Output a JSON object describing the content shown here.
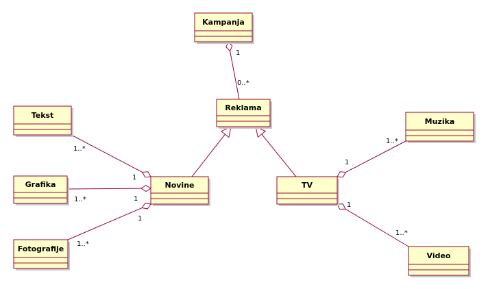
{
  "diagram": {
    "colors": {
      "class_fill": "#ffffcc",
      "class_border": "#990033",
      "line": "#990033",
      "text": "#000000"
    },
    "classes": [
      {
        "id": "kampanja",
        "name": "Kampanja"
      },
      {
        "id": "reklama",
        "name": "Reklama"
      },
      {
        "id": "tekst",
        "name": "Tekst"
      },
      {
        "id": "grafika",
        "name": "Grafika"
      },
      {
        "id": "fotografije",
        "name": "Fotografije"
      },
      {
        "id": "novine",
        "name": "Novine"
      },
      {
        "id": "tv",
        "name": "TV"
      },
      {
        "id": "muzika",
        "name": "Muzika"
      },
      {
        "id": "video",
        "name": "Video"
      }
    ],
    "aggregations": [
      {
        "id": "kampanja-reklama",
        "whole": "kampanja",
        "part": "reklama",
        "whole_mult": "1",
        "part_mult": "0..*"
      },
      {
        "id": "novine-tekst",
        "whole": "novine",
        "part": "tekst",
        "whole_mult": "1",
        "part_mult": "1..*"
      },
      {
        "id": "novine-grafika",
        "whole": "novine",
        "part": "grafika",
        "whole_mult": "1",
        "part_mult": "1..*"
      },
      {
        "id": "novine-fotografije",
        "whole": "novine",
        "part": "fotografije",
        "whole_mult": "1",
        "part_mult": "1..*"
      },
      {
        "id": "tv-muzika",
        "whole": "tv",
        "part": "muzika",
        "whole_mult": "1",
        "part_mult": "1..*"
      },
      {
        "id": "tv-video",
        "whole": "tv",
        "part": "video",
        "whole_mult": "1",
        "part_mult": "1..*"
      }
    ],
    "generalizations": [
      {
        "id": "novine-reklama",
        "child": "novine",
        "parent": "reklama"
      },
      {
        "id": "tv-reklama",
        "child": "tv",
        "parent": "reklama"
      }
    ]
  }
}
